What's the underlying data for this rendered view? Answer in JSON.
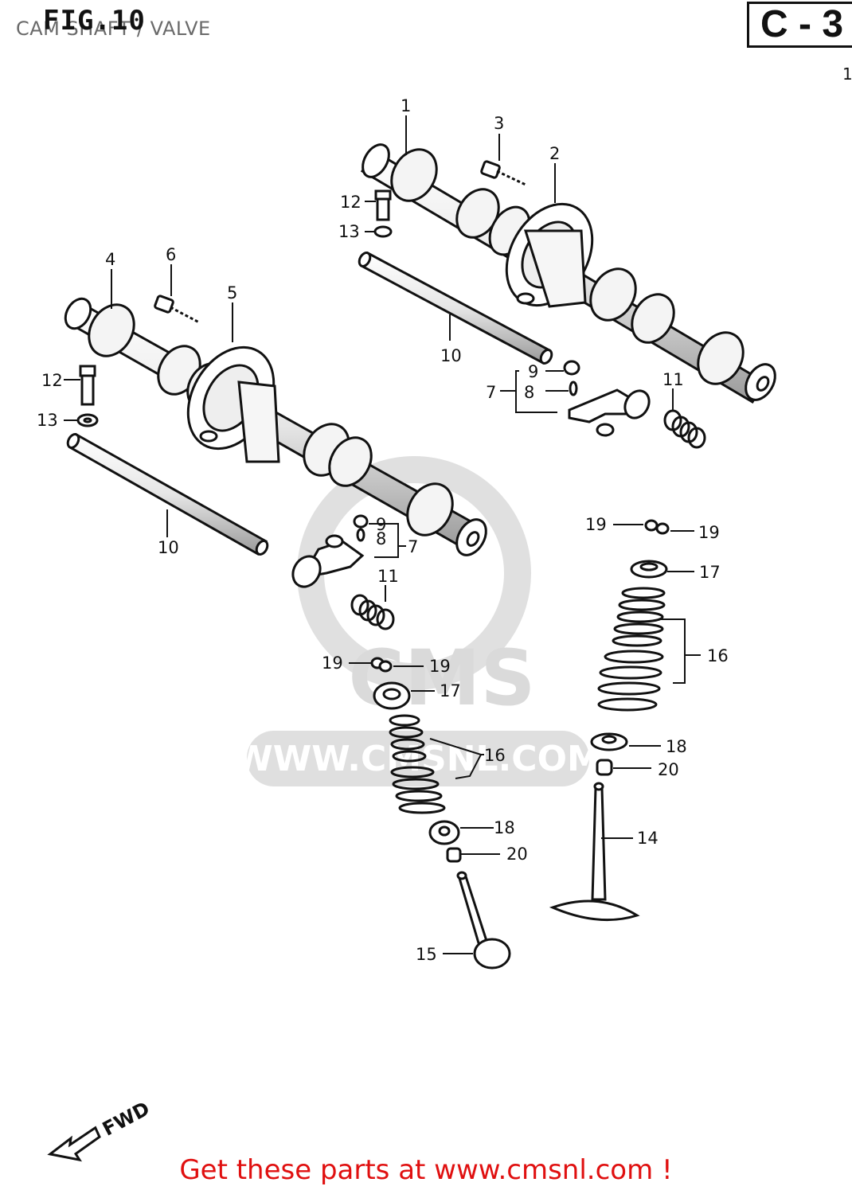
{
  "header": {
    "subtitle": "CAM SHAFT / VALVE",
    "fig_title": "FIG.10",
    "code": "C - 3",
    "corner_mark": "1"
  },
  "watermark": {
    "brand": "CMS",
    "url": "WWW.CMSNL.COM",
    "color": "#d8d8d8"
  },
  "fwd_label": "FWD",
  "footer": {
    "link_text": "Get these parts at www.cmsnl.com !",
    "color": "#e01010"
  },
  "callouts": {
    "c1": "1",
    "c2": "2",
    "c3": "3",
    "c4": "4",
    "c5": "5",
    "c6": "6",
    "c7a": "7",
    "c7b": "7",
    "c8a": "8",
    "c8b": "8",
    "c9a": "9",
    "c9b": "9",
    "c10a": "10",
    "c10b": "10",
    "c11a": "11",
    "c11b": "11",
    "c12a": "12",
    "c12b": "12",
    "c13a": "13",
    "c13b": "13",
    "c14": "14",
    "c15": "15",
    "c16a": "16",
    "c16b": "16",
    "c17a": "17",
    "c17b": "17",
    "c18a": "18",
    "c18b": "18",
    "c19a": "19",
    "c19b": "19",
    "c19c": "19",
    "c19d": "19",
    "c20a": "20",
    "c20b": "20"
  }
}
